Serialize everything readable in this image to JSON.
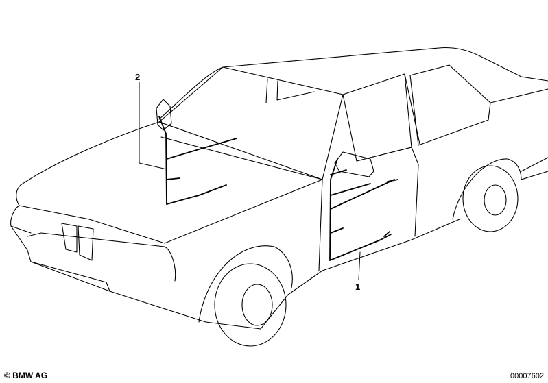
{
  "callouts": [
    {
      "id": "2",
      "label": "2"
    },
    {
      "id": "1",
      "label": "1"
    }
  ],
  "footer": {
    "copyright": "© BMW AG",
    "part_number": "00007602"
  },
  "colors": {
    "outline": "#000000",
    "background": "#ffffff"
  }
}
